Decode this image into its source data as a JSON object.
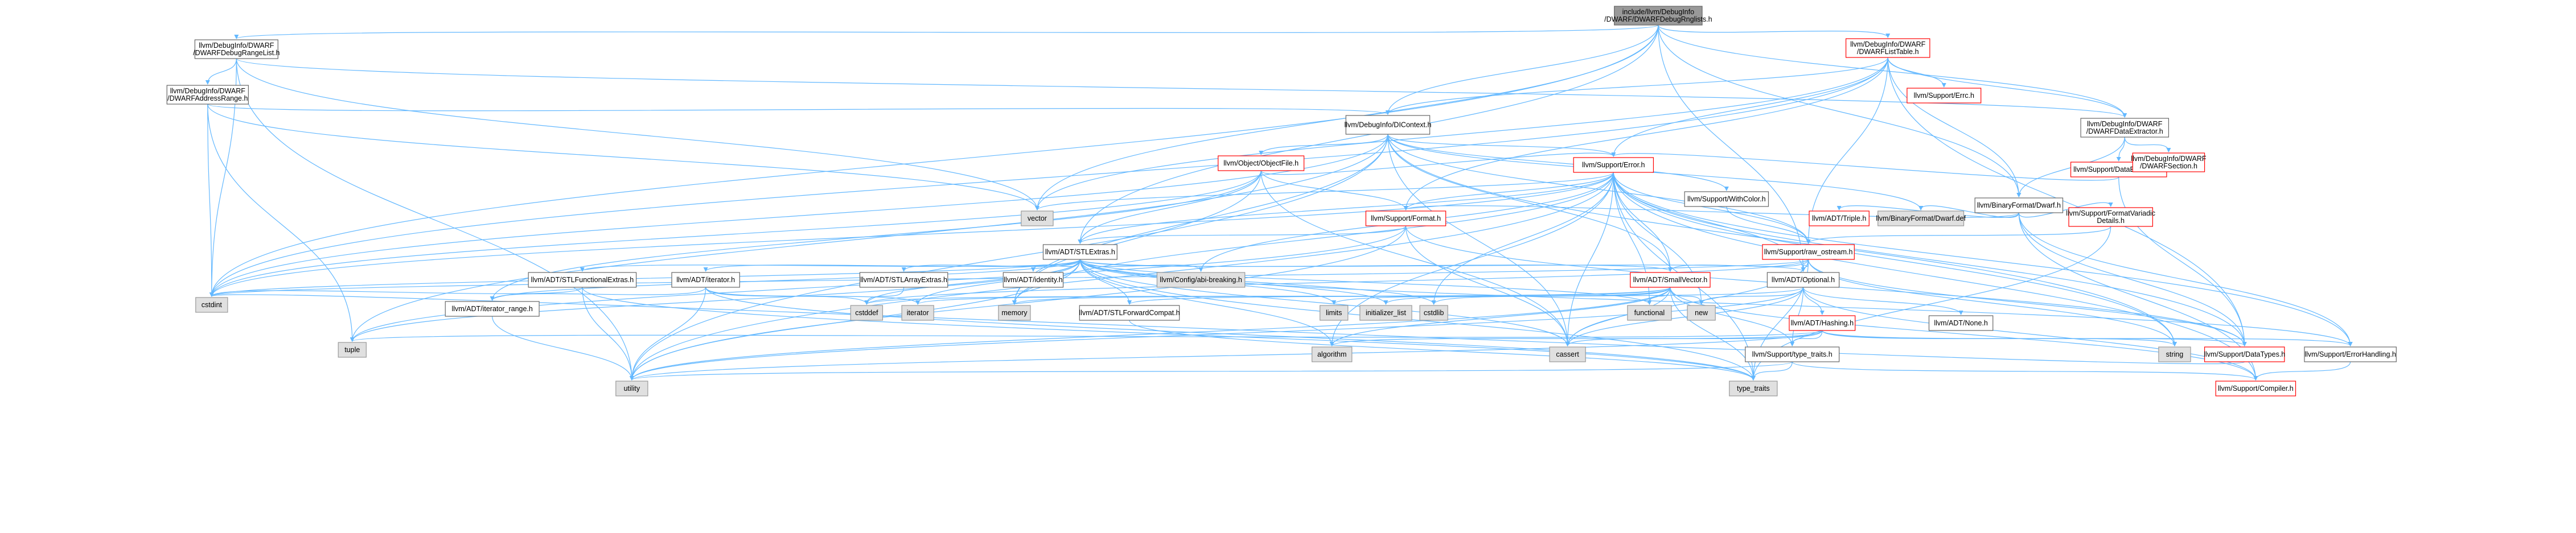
{
  "colors": {
    "root_fill": "#999999",
    "node_fill": "#ffffff",
    "std_fill": "#e0e0e0",
    "border_link": "#666666",
    "border_truncated": "#ff0000",
    "border_std": "#999999",
    "edge": "#63b8ff"
  },
  "nodes": {
    "root": {
      "lines": [
        "include/llvm/DebugInfo",
        "/DWARF/DWARFDebugRnglists.h"
      ],
      "kind": "root"
    },
    "rangelist": {
      "lines": [
        "llvm/DebugInfo/DWARF",
        "/DWARFDebugRangeList.h"
      ],
      "kind": "link"
    },
    "addrrange": {
      "lines": [
        "llvm/DebugInfo/DWARF",
        "/DWARFAddressRange.h"
      ],
      "kind": "link"
    },
    "listtable": {
      "lines": [
        "llvm/DebugInfo/DWARF",
        "/DWARFListTable.h"
      ],
      "kind": "truncated"
    },
    "dicontext": {
      "lines": [
        "llvm/DebugInfo/DIContext.h"
      ],
      "kind": "link"
    },
    "dataextractor": {
      "lines": [
        "llvm/DebugInfo/DWARF",
        "/DWARFDataExtractor.h"
      ],
      "kind": "link"
    },
    "errh": {
      "lines": [
        "llvm/Support/Errc.h"
      ],
      "kind": "truncated"
    },
    "objectfile": {
      "lines": [
        "llvm/Object/ObjectFile.h"
      ],
      "kind": "truncated"
    },
    "supportde": {
      "lines": [
        "llvm/Support/DataExtractor.h"
      ],
      "kind": "truncated"
    },
    "dwarfsection": {
      "lines": [
        "llvm/DebugInfo/DWARF",
        "/DWARFSection.h"
      ],
      "kind": "truncated"
    },
    "error": {
      "lines": [
        "llvm/Support/Error.h"
      ],
      "kind": "truncated"
    },
    "withcolor": {
      "lines": [
        "llvm/Support/WithColor.h"
      ],
      "kind": "link"
    },
    "bfdwarf": {
      "lines": [
        "llvm/BinaryFormat/Dwarf.h"
      ],
      "kind": "link"
    },
    "vector": {
      "lines": [
        "vector"
      ],
      "kind": "std"
    },
    "format": {
      "lines": [
        "llvm/Support/Format.h"
      ],
      "kind": "truncated"
    },
    "triple": {
      "lines": [
        "llvm/ADT/Triple.h"
      ],
      "kind": "truncated"
    },
    "dwarfdef": {
      "lines": [
        "llvm/BinaryFormat/Dwarf.def"
      ],
      "kind": "std"
    },
    "fmtvariadic": {
      "lines": [
        "llvm/Support/FormatVariadic",
        "Details.h"
      ],
      "kind": "truncated"
    },
    "stlextras": {
      "lines": [
        "llvm/ADT/STLExtras.h"
      ],
      "kind": "link"
    },
    "rawostream": {
      "lines": [
        "llvm/Support/raw_ostream.h"
      ],
      "kind": "truncated"
    },
    "stlfunc": {
      "lines": [
        "llvm/ADT/STLFunctionalExtras.h"
      ],
      "kind": "link"
    },
    "iteratorh": {
      "lines": [
        "llvm/ADT/iterator.h"
      ],
      "kind": "link"
    },
    "stlarray": {
      "lines": [
        "llvm/ADT/STLArrayExtras.h"
      ],
      "kind": "link"
    },
    "identity": {
      "lines": [
        "llvm/ADT/identity.h"
      ],
      "kind": "link"
    },
    "configabi": {
      "lines": [
        "llvm/Config/abi-breaking.h"
      ],
      "kind": "std"
    },
    "smallvector": {
      "lines": [
        "llvm/ADT/SmallVector.h"
      ],
      "kind": "truncated"
    },
    "optional": {
      "lines": [
        "llvm/ADT/Optional.h"
      ],
      "kind": "link"
    },
    "cstdint": {
      "lines": [
        "cstdint"
      ],
      "kind": "std"
    },
    "iterrange": {
      "lines": [
        "llvm/ADT/iterator_range.h"
      ],
      "kind": "link"
    },
    "cstddef": {
      "lines": [
        "cstddef"
      ],
      "kind": "std"
    },
    "iterator": {
      "lines": [
        "iterator"
      ],
      "kind": "std"
    },
    "memory": {
      "lines": [
        "memory"
      ],
      "kind": "std"
    },
    "stlfwd": {
      "lines": [
        "llvm/ADT/STLForwardCompat.h"
      ],
      "kind": "link"
    },
    "limits": {
      "lines": [
        "limits"
      ],
      "kind": "std"
    },
    "initlist": {
      "lines": [
        "initializer_list"
      ],
      "kind": "std"
    },
    "cstdlib": {
      "lines": [
        "cstdlib"
      ],
      "kind": "std"
    },
    "functional": {
      "lines": [
        "functional"
      ],
      "kind": "std"
    },
    "new": {
      "lines": [
        "new"
      ],
      "kind": "std"
    },
    "hashing": {
      "lines": [
        "llvm/ADT/Hashing.h"
      ],
      "kind": "truncated"
    },
    "noneh": {
      "lines": [
        "llvm/ADT/None.h"
      ],
      "kind": "link"
    },
    "tuple": {
      "lines": [
        "tuple"
      ],
      "kind": "std"
    },
    "algorithm": {
      "lines": [
        "algorithm"
      ],
      "kind": "std"
    },
    "cassert": {
      "lines": [
        "cassert"
      ],
      "kind": "std"
    },
    "typetraitsh": {
      "lines": [
        "llvm/Support/type_traits.h"
      ],
      "kind": "link"
    },
    "string": {
      "lines": [
        "string"
      ],
      "kind": "std"
    },
    "datatypes": {
      "lines": [
        "llvm/Support/DataTypes.h"
      ],
      "kind": "truncated"
    },
    "errorhandling": {
      "lines": [
        "llvm/Support/ErrorHandling.h"
      ],
      "kind": "link"
    },
    "utility": {
      "lines": [
        "utility"
      ],
      "kind": "std"
    },
    "type_traits": {
      "lines": [
        "type_traits"
      ],
      "kind": "std"
    },
    "compiler": {
      "lines": [
        "llvm/Support/Compiler.h"
      ],
      "kind": "truncated"
    }
  },
  "edges": [
    [
      "root",
      "rangelist"
    ],
    [
      "root",
      "listtable"
    ],
    [
      "root",
      "dicontext"
    ],
    [
      "root",
      "dataextractor"
    ],
    [
      "root",
      "bfdwarf"
    ],
    [
      "root",
      "optional"
    ],
    [
      "root",
      "stlextras"
    ],
    [
      "root",
      "cstdint"
    ],
    [
      "root",
      "vector"
    ],
    [
      "rangelist",
      "addrrange"
    ],
    [
      "rangelist",
      "dataextractor"
    ],
    [
      "rangelist",
      "cstdint"
    ],
    [
      "rangelist",
      "vector"
    ],
    [
      "rangelist",
      "utility"
    ],
    [
      "addrrange",
      "dicontext"
    ],
    [
      "addrrange",
      "cstdint"
    ],
    [
      "addrrange",
      "tuple"
    ],
    [
      "addrrange",
      "vector"
    ],
    [
      "listtable",
      "dicontext"
    ],
    [
      "listtable",
      "dataextractor"
    ],
    [
      "listtable",
      "errh"
    ],
    [
      "listtable",
      "bfdwarf"
    ],
    [
      "listtable",
      "error"
    ],
    [
      "listtable",
      "format"
    ],
    [
      "listtable",
      "rawostream"
    ],
    [
      "listtable",
      "cstdint"
    ],
    [
      "listtable",
      "vector"
    ],
    [
      "listtable",
      "datatypes"
    ],
    [
      "dicontext",
      "objectfile"
    ],
    [
      "dicontext",
      "withcolor"
    ],
    [
      "dicontext",
      "rawostream"
    ],
    [
      "dicontext",
      "smallvector"
    ],
    [
      "dicontext",
      "error"
    ],
    [
      "dicontext",
      "dwarfdef"
    ],
    [
      "dicontext",
      "cassert"
    ],
    [
      "dicontext",
      "cstdint"
    ],
    [
      "dicontext",
      "memory"
    ],
    [
      "dicontext",
      "string"
    ],
    [
      "dicontext",
      "tuple"
    ],
    [
      "dicontext",
      "utility"
    ],
    [
      "dataextractor",
      "supportde"
    ],
    [
      "dataextractor",
      "dwarfsection"
    ],
    [
      "dataextractor",
      "bfdwarf"
    ],
    [
      "supportde",
      "error"
    ],
    [
      "supportde",
      "datatypes"
    ],
    [
      "objectfile",
      "error"
    ],
    [
      "objectfile",
      "format"
    ],
    [
      "objectfile",
      "iterrange"
    ],
    [
      "objectfile",
      "cassert"
    ],
    [
      "objectfile",
      "cstdint"
    ],
    [
      "objectfile",
      "memory"
    ],
    [
      "objectfile",
      "stlextras"
    ],
    [
      "error",
      "stlextras"
    ],
    [
      "error",
      "smallvector"
    ],
    [
      "error",
      "configabi"
    ],
    [
      "error",
      "compiler"
    ],
    [
      "error",
      "datatypes"
    ],
    [
      "error",
      "errorhandling"
    ],
    [
      "error",
      "format"
    ],
    [
      "error",
      "rawostream"
    ],
    [
      "error",
      "algorithm"
    ],
    [
      "error",
      "cassert"
    ],
    [
      "error",
      "cstdint"
    ],
    [
      "error",
      "cstdlib"
    ],
    [
      "error",
      "functional"
    ],
    [
      "error",
      "memory"
    ],
    [
      "error",
      "new"
    ],
    [
      "error",
      "optional"
    ],
    [
      "error",
      "string"
    ],
    [
      "error",
      "system_error"
    ],
    [
      "error",
      "type_traits"
    ],
    [
      "error",
      "utility"
    ],
    [
      "error",
      "vector"
    ],
    [
      "withcolor",
      "rawostream"
    ],
    [
      "bfdwarf",
      "triple"
    ],
    [
      "bfdwarf",
      "dwarfdef"
    ],
    [
      "bfdwarf",
      "fmtvariadic"
    ],
    [
      "bfdwarf",
      "datatypes"
    ],
    [
      "bfdwarf",
      "errorhandling"
    ],
    [
      "bfdwarf",
      "format"
    ],
    [
      "bfdwarf",
      "compiler"
    ],
    [
      "fmtvariadic",
      "rawostream"
    ],
    [
      "fmtvariadic",
      "type_traits"
    ],
    [
      "format",
      "stlextras"
    ],
    [
      "format",
      "datatypes"
    ],
    [
      "format",
      "cassert"
    ],
    [
      "format",
      "cstdio"
    ],
    [
      "format",
      "tuple"
    ],
    [
      "format",
      "utility"
    ],
    [
      "stlextras",
      "stlfunc"
    ],
    [
      "stlextras",
      "iteratorh"
    ],
    [
      "stlextras",
      "stlarray"
    ],
    [
      "stlextras",
      "identity"
    ],
    [
      "stlextras",
      "iterrange"
    ],
    [
      "stlextras",
      "stlfwd"
    ],
    [
      "stlextras",
      "configabi"
    ],
    [
      "stlextras",
      "errorhandling"
    ],
    [
      "stlextras",
      "optional"
    ],
    [
      "stlextras",
      "smallvector"
    ],
    [
      "stlextras",
      "algorithm"
    ],
    [
      "stlextras",
      "cassert"
    ],
    [
      "stlextras",
      "cstddef"
    ],
    [
      "stlextras",
      "cstdint"
    ],
    [
      "stlextras",
      "cstdlib"
    ],
    [
      "stlextras",
      "functional"
    ],
    [
      "stlextras",
      "initlist"
    ],
    [
      "stlextras",
      "iterator"
    ],
    [
      "stlextras",
      "limits"
    ],
    [
      "stlextras",
      "memory"
    ],
    [
      "stlextras",
      "tuple"
    ],
    [
      "stlextras",
      "type_traits"
    ],
    [
      "stlextras",
      "utility"
    ],
    [
      "rawostream",
      "optional"
    ],
    [
      "rawostream",
      "datatypes"
    ],
    [
      "rawostream",
      "smallvector"
    ],
    [
      "rawostream",
      "cassert"
    ],
    [
      "rawostream",
      "cstddef"
    ],
    [
      "rawostream",
      "cstdint"
    ],
    [
      "rawostream",
      "string"
    ],
    [
      "rawostream",
      "type_traits"
    ],
    [
      "stlfunc",
      "cstdint"
    ],
    [
      "stlfunc",
      "type_traits"
    ],
    [
      "stlfunc",
      "utility"
    ],
    [
      "iteratorh",
      "iterrange"
    ],
    [
      "iteratorh",
      "cstddef"
    ],
    [
      "iteratorh",
      "iterator"
    ],
    [
      "iteratorh",
      "type_traits"
    ],
    [
      "iteratorh",
      "utility"
    ],
    [
      "stlarray",
      "cstddef"
    ],
    [
      "iterrange",
      "utility"
    ],
    [
      "stlfwd",
      "type_traits"
    ],
    [
      "smallvector",
      "compiler"
    ],
    [
      "smallvector",
      "typetraitsh"
    ],
    [
      "smallvector",
      "algorithm"
    ],
    [
      "smallvector",
      "cassert"
    ],
    [
      "smallvector",
      "cstddef"
    ],
    [
      "smallvector",
      "cstdlib"
    ],
    [
      "smallvector",
      "functional"
    ],
    [
      "smallvector",
      "initlist"
    ],
    [
      "smallvector",
      "iterator"
    ],
    [
      "smallvector",
      "limits"
    ],
    [
      "smallvector",
      "memory"
    ],
    [
      "smallvector",
      "new"
    ],
    [
      "smallvector",
      "type_traits"
    ],
    [
      "smallvector",
      "utility"
    ],
    [
      "optional",
      "hashing"
    ],
    [
      "optional",
      "noneh"
    ],
    [
      "optional",
      "stlfwd"
    ],
    [
      "optional",
      "compiler"
    ],
    [
      "optional",
      "typetraitsh"
    ],
    [
      "optional",
      "cassert"
    ],
    [
      "optional",
      "new"
    ],
    [
      "optional",
      "utility"
    ],
    [
      "hashing",
      "datatypes"
    ],
    [
      "hashing",
      "errorhandling"
    ],
    [
      "hashing",
      "typetraitsh"
    ],
    [
      "hashing",
      "algorithm"
    ],
    [
      "hashing",
      "cassert"
    ],
    [
      "hashing",
      "string"
    ],
    [
      "hashing",
      "tuple"
    ],
    [
      "hashing",
      "utility"
    ],
    [
      "typetraitsh",
      "compiler"
    ],
    [
      "typetraitsh",
      "type_traits"
    ],
    [
      "typetraitsh",
      "utility"
    ],
    [
      "errorhandling",
      "compiler"
    ],
    [
      "datatypes",
      "cstdint"
    ]
  ]
}
